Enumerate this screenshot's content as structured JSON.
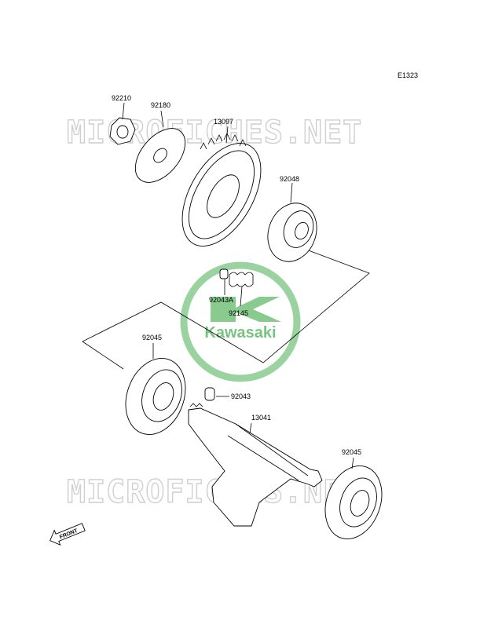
{
  "diagram_code": "E1323",
  "watermark": {
    "text": "MICROFICHES.NET"
  },
  "logo": {
    "text": "Kawasaki",
    "color": "#3aa845"
  },
  "front_arrow": {
    "label": "FRONT"
  },
  "parts": [
    {
      "number": "92210"
    },
    {
      "number": "92180"
    },
    {
      "number": "13097"
    },
    {
      "number": "92048"
    },
    {
      "number": "92043A"
    },
    {
      "number": "92145"
    },
    {
      "number": "92045"
    },
    {
      "number": "92043"
    },
    {
      "number": "13041"
    },
    {
      "number": "92045"
    }
  ],
  "colors": {
    "line": "#000000",
    "watermark": "#d0d0d0",
    "logo": "#3aa845"
  }
}
